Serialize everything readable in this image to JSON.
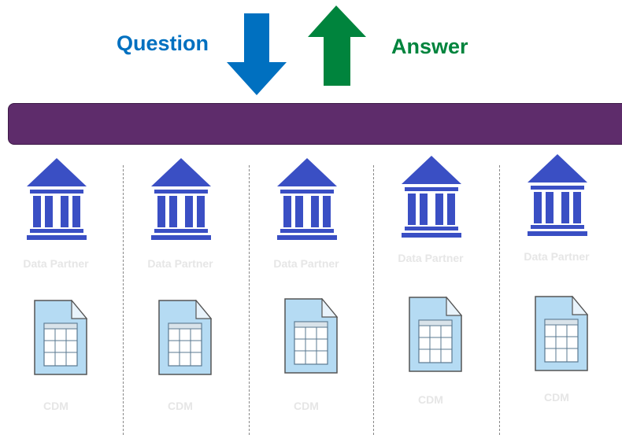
{
  "diagram": {
    "question_label": "Question",
    "answer_label": "Answer",
    "colors": {
      "question": "#0070c0",
      "answer": "#00843d",
      "bar": "#5e2c6b",
      "institution": "#3a4fc4",
      "document_fill": "#b5dbf3",
      "partner_label": "#e6e6e6"
    },
    "partners": [
      {
        "icon": "bank-icon",
        "label": "Data Partner",
        "document_icon": "table-document-icon",
        "document_label": "CDM"
      },
      {
        "icon": "bank-icon",
        "label": "Data Partner",
        "document_icon": "table-document-icon",
        "document_label": "CDM"
      },
      {
        "icon": "bank-icon",
        "label": "Data Partner",
        "document_icon": "table-document-icon",
        "document_label": "CDM"
      },
      {
        "icon": "bank-icon",
        "label": "Data Partner",
        "document_icon": "table-document-icon",
        "document_label": "CDM"
      },
      {
        "icon": "bank-icon",
        "label": "Data Partner",
        "document_icon": "table-document-icon",
        "document_label": "CDM"
      }
    ]
  }
}
